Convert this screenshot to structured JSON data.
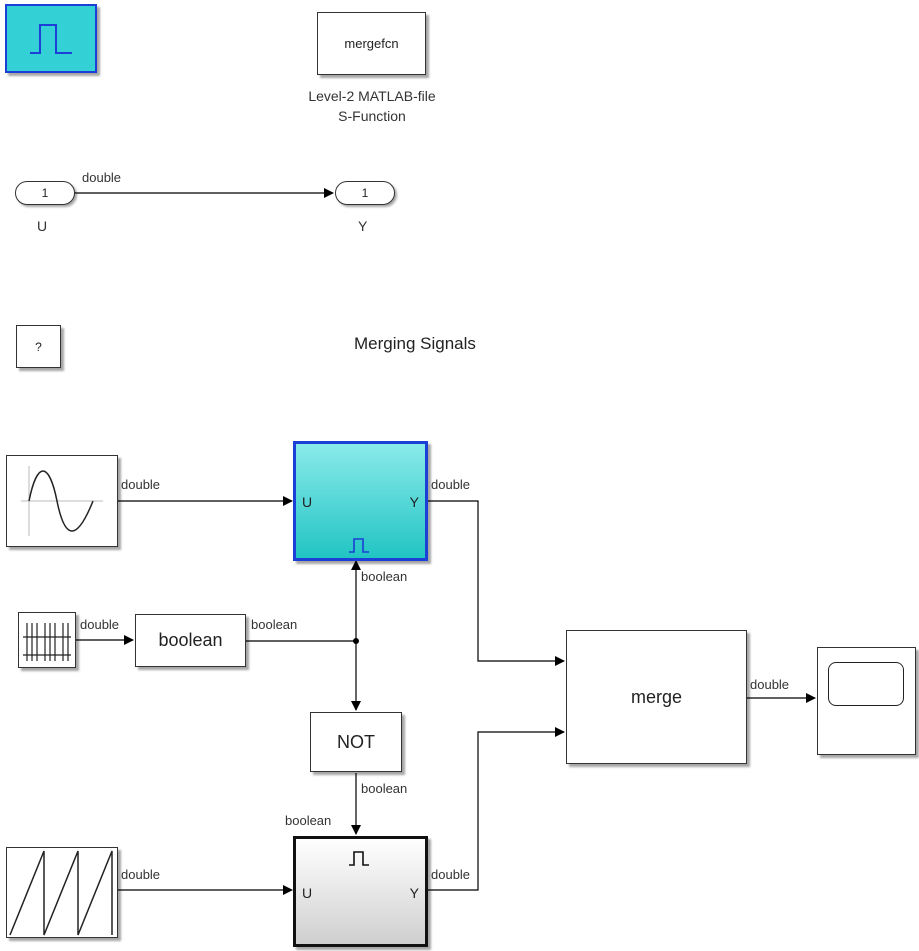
{
  "legend": {
    "sfunction_block": "mergefcn",
    "sfunction_caption_line1": "Level-2 MATLAB-file",
    "sfunction_caption_line2": "S-Function",
    "inport_number": "1",
    "inport_name": "U",
    "outport_number": "1",
    "outport_name": "Y",
    "legend_signal": "double",
    "help_button": "?"
  },
  "title": "Merging Signals",
  "blocks": {
    "enabled_subsystem_in": "U",
    "enabled_subsystem_out": "Y",
    "disabled_subsystem_in": "U",
    "disabled_subsystem_out": "Y",
    "boolean_block": "boolean",
    "not_block": "NOT",
    "merge_block": "merge"
  },
  "signals": {
    "sine_out": "double",
    "sub1_out": "double",
    "enable_sub1": "boolean",
    "pulse_out": "double",
    "boolean_out": "boolean",
    "not_out": "boolean",
    "enable_sub2": "boolean",
    "sawtooth_out": "double",
    "sub2_out": "double",
    "merge_out": "double"
  },
  "colors": {
    "accent_cyan": "#33d1d6",
    "accent_blue": "#1c3fd6"
  }
}
